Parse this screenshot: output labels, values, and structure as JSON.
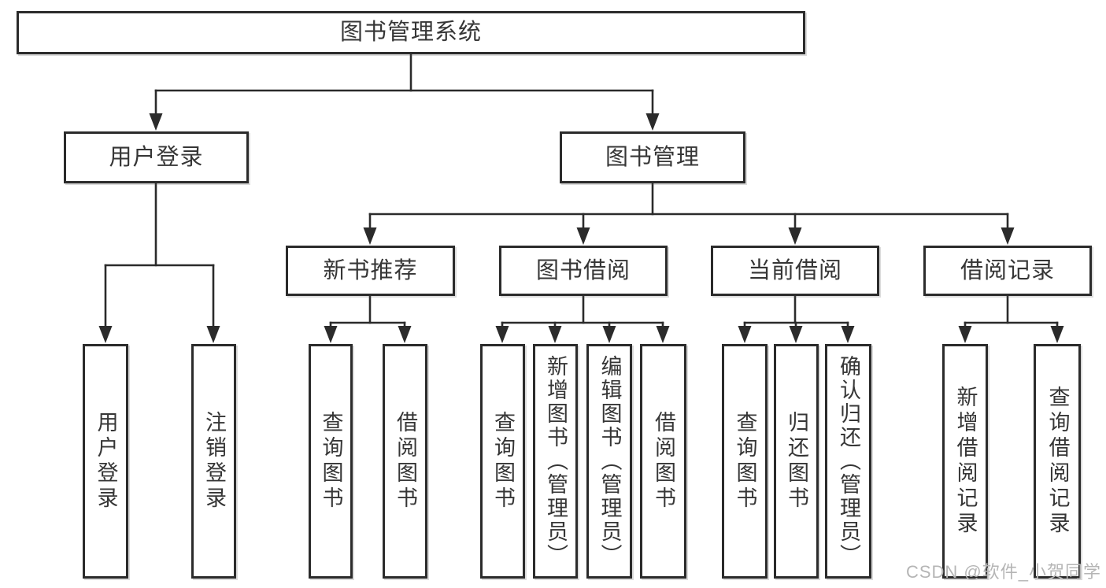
{
  "diagram": {
    "type": "hierarchy-structure-chart",
    "title": "图书管理系统",
    "watermark": "CSDN @软件_小贺同学",
    "colors": {
      "line": "#2b2b2b",
      "box_border": "#2b2b2b",
      "text": "#363636",
      "watermark_text": "#b5b5b5",
      "background": "#ffffff"
    },
    "nodes": {
      "root": {
        "label": "图书管理系统"
      },
      "user_login": {
        "label": "用户登录"
      },
      "book_mgmt": {
        "label": "图书管理"
      },
      "new_book_rec": {
        "label": "新书推荐"
      },
      "book_borrow": {
        "label": "图书借阅"
      },
      "current_borrow": {
        "label": "当前借阅"
      },
      "borrow_records": {
        "label": "借阅记录"
      },
      "ul_login": {
        "label": "用户登录"
      },
      "ul_logout": {
        "label": "注销登录"
      },
      "nb_query": {
        "label": "查询图书"
      },
      "nb_borrow": {
        "label": "借阅图书"
      },
      "bb_query": {
        "label": "查询图书"
      },
      "bb_add": {
        "label": "新增图书（管理员）"
      },
      "bb_edit": {
        "label": "编辑图书（管理员）"
      },
      "bb_borrow": {
        "label": "借阅图书"
      },
      "cb_query": {
        "label": "查询图书"
      },
      "cb_return": {
        "label": "归还图书"
      },
      "cb_confirm": {
        "label": "确认归还（管理员）"
      },
      "br_add": {
        "label": "新增借阅记录"
      },
      "br_query": {
        "label": "查询借阅记录"
      }
    },
    "hierarchy": {
      "图书管理系统": {
        "用户登录": [
          "用户登录",
          "注销登录"
        ],
        "图书管理": {
          "新书推荐": [
            "查询图书",
            "借阅图书"
          ],
          "图书借阅": [
            "查询图书",
            "新增图书（管理员）",
            "编辑图书（管理员）",
            "借阅图书"
          ],
          "当前借阅": [
            "查询图书",
            "归还图书",
            "确认归还（管理员）"
          ],
          "借阅记录": [
            "新增借阅记录",
            "查询借阅记录"
          ]
        }
      }
    }
  }
}
